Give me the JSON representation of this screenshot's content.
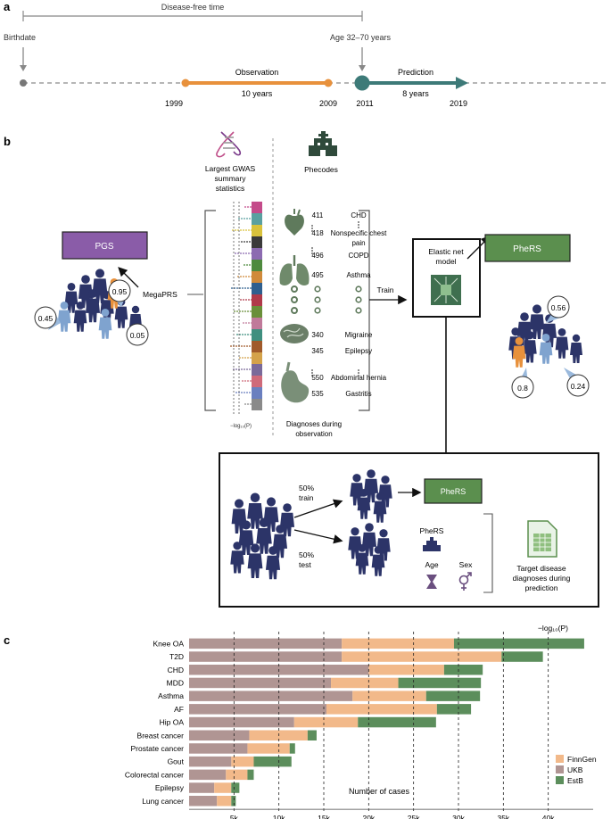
{
  "panel_labels": {
    "a": "a",
    "b": "b",
    "c": "c"
  },
  "timeline": {
    "disease_free": "Disease-free time",
    "birthdate": "Birthdate",
    "age_range": "Age 32–70 years",
    "observation": "Observation",
    "observation_years": "10 years",
    "prediction": "Prediction",
    "prediction_years": "8 years",
    "years": [
      "1999",
      "2009",
      "2011",
      "2019"
    ],
    "colors": {
      "observation": "#e8913c",
      "prediction": "#3d7a78",
      "axis": "#777777"
    }
  },
  "schema": {
    "gwas_title": [
      "Largest GWAS",
      "summary",
      "statistics"
    ],
    "gwas_axis": "−log₁₀(P)",
    "phecodes_title": "Phecodes",
    "phecodes": [
      {
        "code": "411",
        "name": "CHD"
      },
      {
        "code": "418",
        "name": "Nonspecific chest"
      },
      {
        "code": "",
        "name": "pain"
      },
      {
        "code": "496",
        "name": "COPD"
      },
      {
        "code": "495",
        "name": "Asthma"
      },
      {
        "code": "340",
        "name": "Migraine"
      },
      {
        "code": "345",
        "name": "Epilepsy"
      },
      {
        "code": "550",
        "name": "Abdominal hernia"
      },
      {
        "code": "535",
        "name": "Gastritis"
      }
    ],
    "diagnoses_label": [
      "Diagnoses during",
      "observation"
    ],
    "pgs": "PGS",
    "megaprs": "MegaPRS",
    "pgs_scores": [
      "0.95",
      "0.45",
      "0.05"
    ],
    "train": "Train",
    "model": [
      "Elastic net",
      "model"
    ],
    "pheres": "PheRS",
    "pheres_scores": [
      "0.56",
      "0.8",
      "0.24"
    ],
    "split_train": [
      "50%",
      "train"
    ],
    "split_test": [
      "50%",
      "test"
    ],
    "covariates": {
      "pheres": "PheRS",
      "age": "Age",
      "sex": "Sex"
    },
    "target": [
      "Target disease",
      "diagnoses during",
      "prediction"
    ],
    "colors": {
      "pgs": "#8a5ca8",
      "pheres": "#5b8f4e",
      "people": "#2c3468",
      "highlight_orange": "#e8913c",
      "highlight_blue": "#7fa3cf"
    }
  },
  "chart_data": {
    "type": "bar",
    "orientation": "horizontal",
    "stacked": true,
    "categories": [
      "Knee OA",
      "T2D",
      "CHD",
      "MDD",
      "Asthma",
      "AF",
      "Hip OA",
      "Breast cancer",
      "Prostate cancer",
      "Gout",
      "Colorectal cancer",
      "Epilepsy",
      "Lung cancer"
    ],
    "series": [
      {
        "name": "UKB",
        "color": "#b09593",
        "values": [
          17000,
          17000,
          20000,
          15800,
          18200,
          15300,
          11700,
          6700,
          6500,
          4700,
          4100,
          2800,
          3100
        ]
      },
      {
        "name": "FinnGen",
        "color": "#f2b98a",
        "values": [
          12500,
          17800,
          8400,
          7500,
          8200,
          12300,
          7100,
          6500,
          4700,
          2500,
          2400,
          1900,
          1600
        ]
      },
      {
        "name": "EstB",
        "color": "#5c8e5c",
        "values": [
          14500,
          4600,
          4300,
          9200,
          6000,
          3800,
          8700,
          1000,
          600,
          4200,
          700,
          900,
          500
        ]
      }
    ],
    "legend_order": [
      "FinnGen",
      "UKB",
      "EstB"
    ],
    "xticks": [
      "5k",
      "10k",
      "15k",
      "20k",
      "25k",
      "30k",
      "35k",
      "40k"
    ],
    "xlim": [
      0,
      45000
    ],
    "xlabel": "Number of cases",
    "secondary_label": "−log₁₀(P)",
    "grid": "dashed vertical at tick values",
    "legend_position": "bottom-right"
  }
}
